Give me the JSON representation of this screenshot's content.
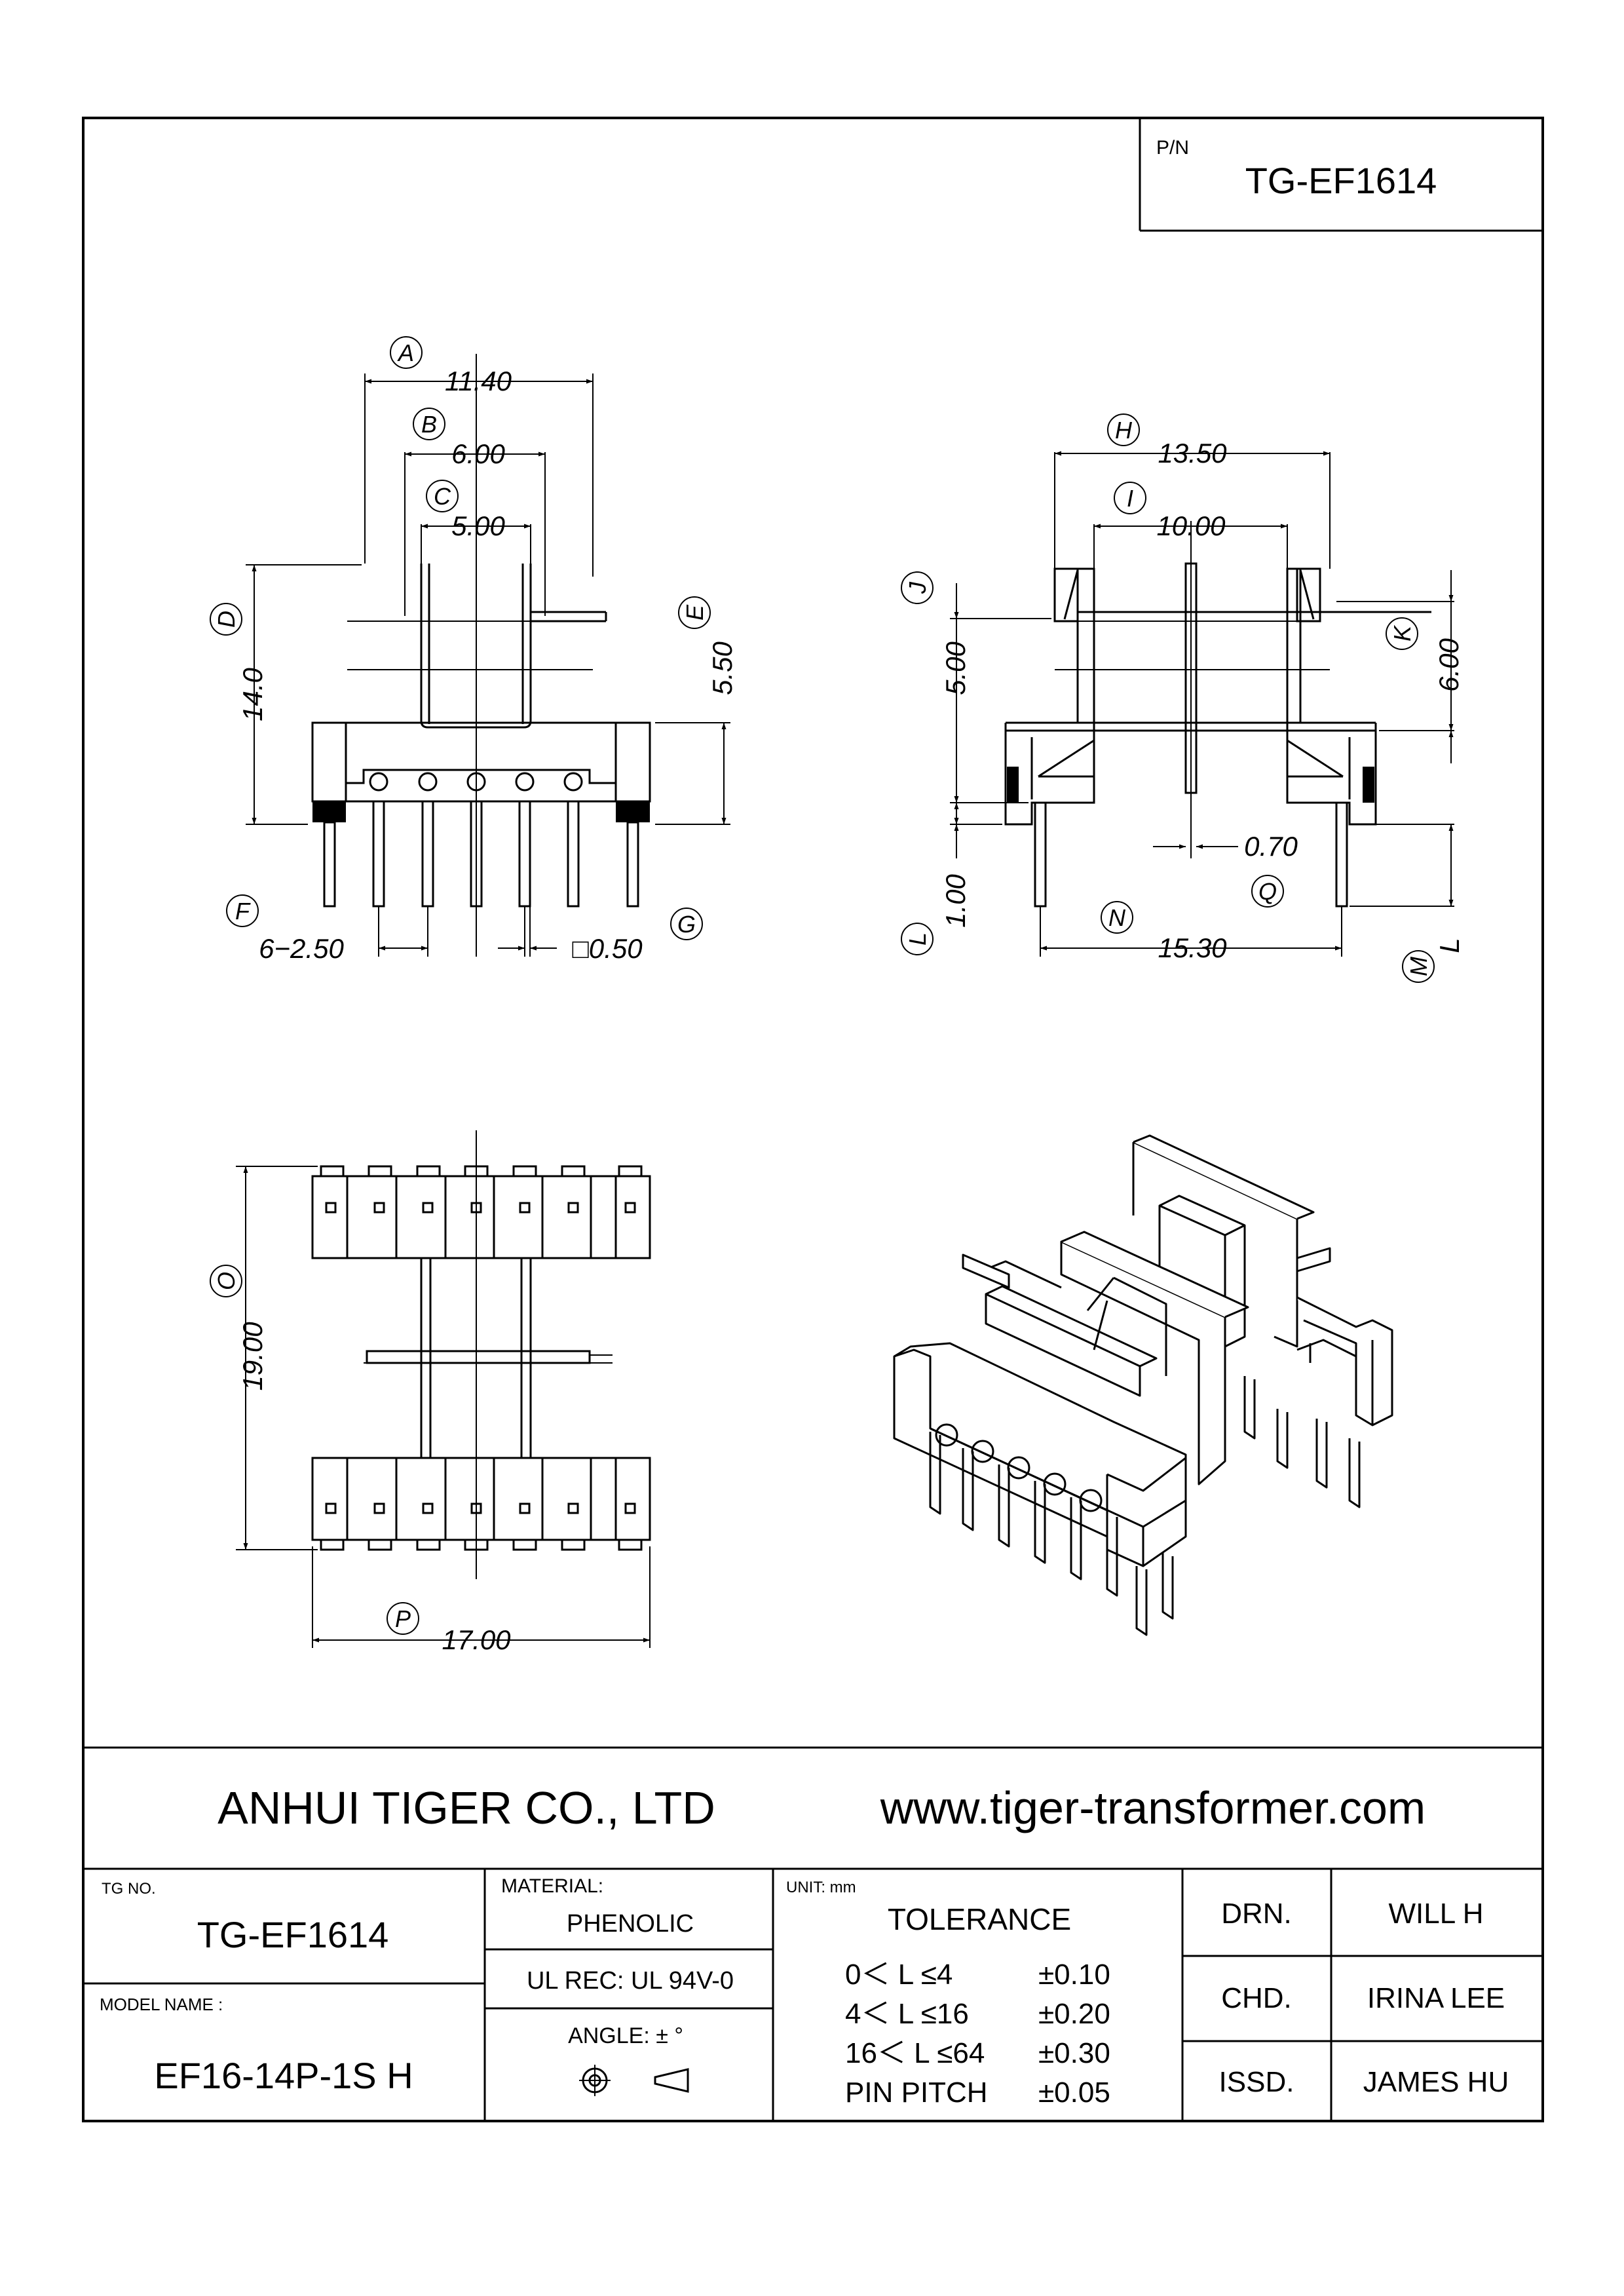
{
  "title_block": {
    "pn_label": "P/N",
    "pn_value": "TG-EF1614",
    "company": "ANHUI TIGER CO., LTD",
    "website": "www.tiger-transformer.com",
    "tg_no_label": "TG NO.",
    "tg_no_value": "TG-EF1614",
    "model_label": "MODEL NAME :",
    "model_value": "EF16-14P-1S H",
    "material_label": "MATERIAL:",
    "material_value": "PHENOLIC",
    "ul_rec": "UL REC:  UL 94V-0",
    "angle_label": "ANGLE:   ±  °",
    "unit_label": "UNIT:  mm",
    "tolerance_title": "TOLERANCE",
    "tolerances": [
      {
        "range": "0＜ L ≤4",
        "value": "±0.10"
      },
      {
        "range": "4＜ L ≤16",
        "value": "±0.20"
      },
      {
        "range": "16＜ L ≤64",
        "value": "±0.30"
      },
      {
        "range": "PIN PITCH",
        "value": "±0.05"
      }
    ],
    "drn_label": "DRN.",
    "drn_value": "WILL H",
    "chd_label": "CHD.",
    "chd_value": "IRINA LEE",
    "issd_label": "ISSD.",
    "issd_value": "JAMES HU"
  },
  "dimensions": {
    "A": {
      "letter": "A",
      "value": "11.40"
    },
    "B": {
      "letter": "B",
      "value": "6.00"
    },
    "C": {
      "letter": "C",
      "value": "5.00"
    },
    "D": {
      "letter": "D",
      "value": "14.0"
    },
    "E": {
      "letter": "E",
      "value": "5.50"
    },
    "F": {
      "letter": "F",
      "value": "6−2.50"
    },
    "G": {
      "letter": "G",
      "value": "□0.50"
    },
    "H": {
      "letter": "H",
      "value": "13.50"
    },
    "I": {
      "letter": "I",
      "value": "10.00"
    },
    "J": {
      "letter": "J",
      "value": "5.00"
    },
    "K": {
      "letter": "K",
      "value": "6.00"
    },
    "L": {
      "letter": "L",
      "value": "1.00"
    },
    "M": {
      "letter": "M",
      "value": "L"
    },
    "N": {
      "letter": "N",
      "value": "15.30"
    },
    "Q": {
      "letter": "Q",
      "value": "0.70"
    },
    "O": {
      "letter": "O",
      "value": "19.00"
    },
    "P": {
      "letter": "P",
      "value": "17.00"
    }
  }
}
